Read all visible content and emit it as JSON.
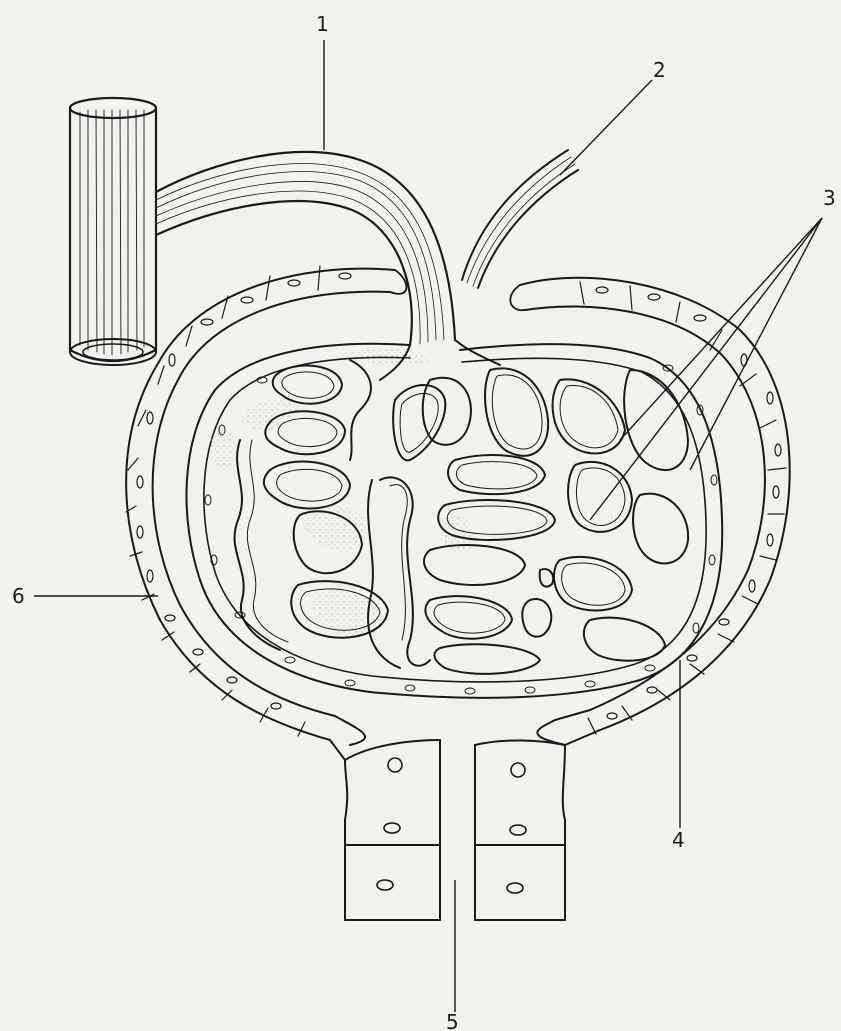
{
  "labels": {
    "l1": "1",
    "l2": "2",
    "l3": "3",
    "l4": "4",
    "l5": "5",
    "l6": "6"
  },
  "colors": {
    "ink": "#1a1a1a",
    "paper": "#f4f2ee",
    "stipple": "#c9c5bd"
  }
}
